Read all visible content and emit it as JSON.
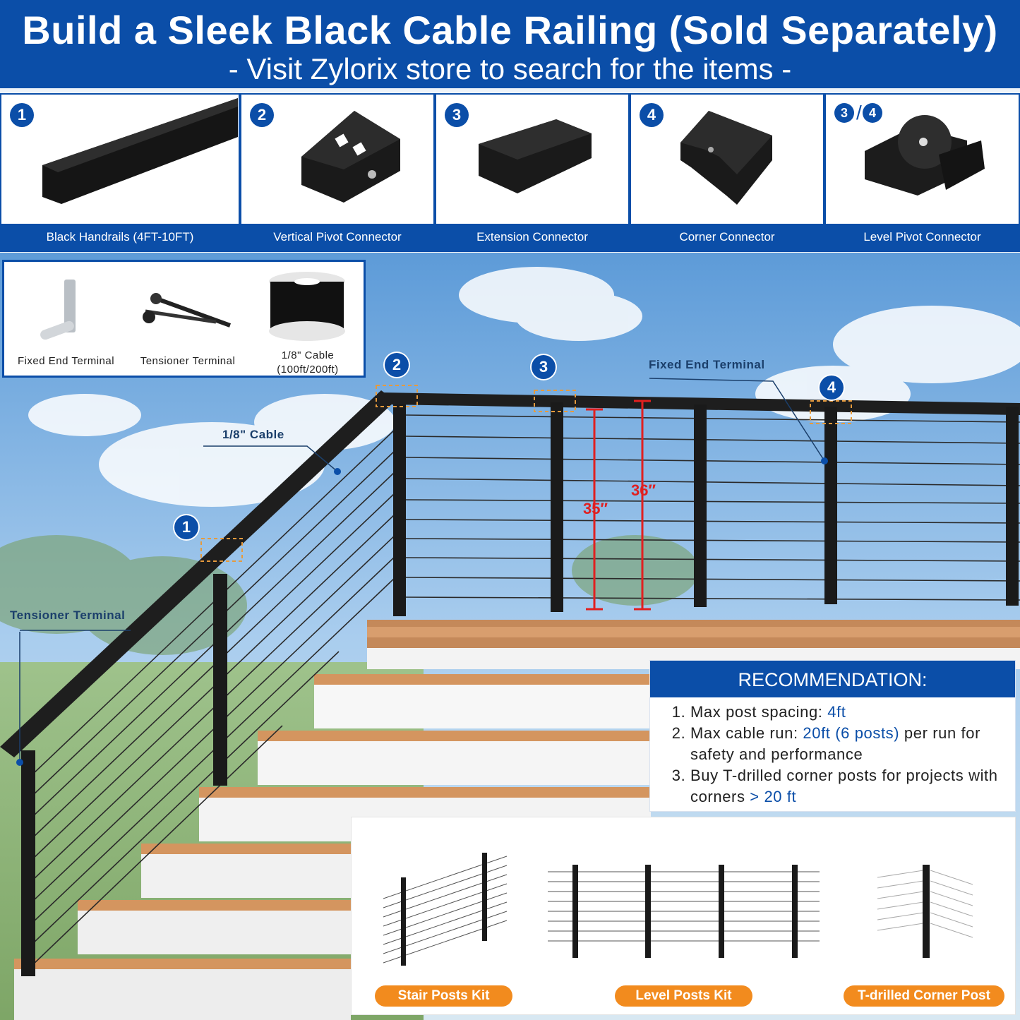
{
  "header": {
    "title": "Build a Sleek Black Cable Railing (Sold Separately)",
    "subtitle": "- Visit Zylorix store to search for the items -"
  },
  "products": [
    {
      "num": "1",
      "label": "Black Handrails (4FT-10FT)"
    },
    {
      "num": "2",
      "label": "Vertical Pivot Connector"
    },
    {
      "num": "3",
      "label": "Extension Connector"
    },
    {
      "num": "4",
      "label": "Corner Connector"
    },
    {
      "num_a": "3",
      "num_b": "4",
      "label": "Level Pivot Connector"
    }
  ],
  "accessories": [
    {
      "label": "Fixed End Terminal"
    },
    {
      "label": "Tensioner Terminal"
    },
    {
      "label_line1": "1/8\" Cable",
      "label_line2": "(100ft/200ft)"
    }
  ],
  "callouts": {
    "n1": "1",
    "n2": "2",
    "n3": "3",
    "n4": "4",
    "cable": "1/8\" Cable",
    "fixed_end": "Fixed End Terminal",
    "tensioner": "Tensioner Terminal",
    "dim_35": "35″",
    "dim_36": "36″"
  },
  "recommendation": {
    "heading": "RECOMMENDATION:",
    "item1_pre": "Max post spacing: ",
    "item1_hl": "4ft",
    "item2_pre": "Max cable run: ",
    "item2_hl": "20ft (6 posts)",
    "item2_post": " per run for safety and performance",
    "item3_pre": "Buy T-drilled corner posts for projects with corners ",
    "item3_hl": "> 20 ft"
  },
  "kits": [
    {
      "label": "Stair Posts Kit"
    },
    {
      "label": "Level Posts Kit"
    },
    {
      "label": "T-drilled Corner Post"
    }
  ],
  "colors": {
    "brand_blue": "#0b4ea8",
    "accent_orange": "#f28b1e",
    "dimension_red": "#e02020"
  }
}
